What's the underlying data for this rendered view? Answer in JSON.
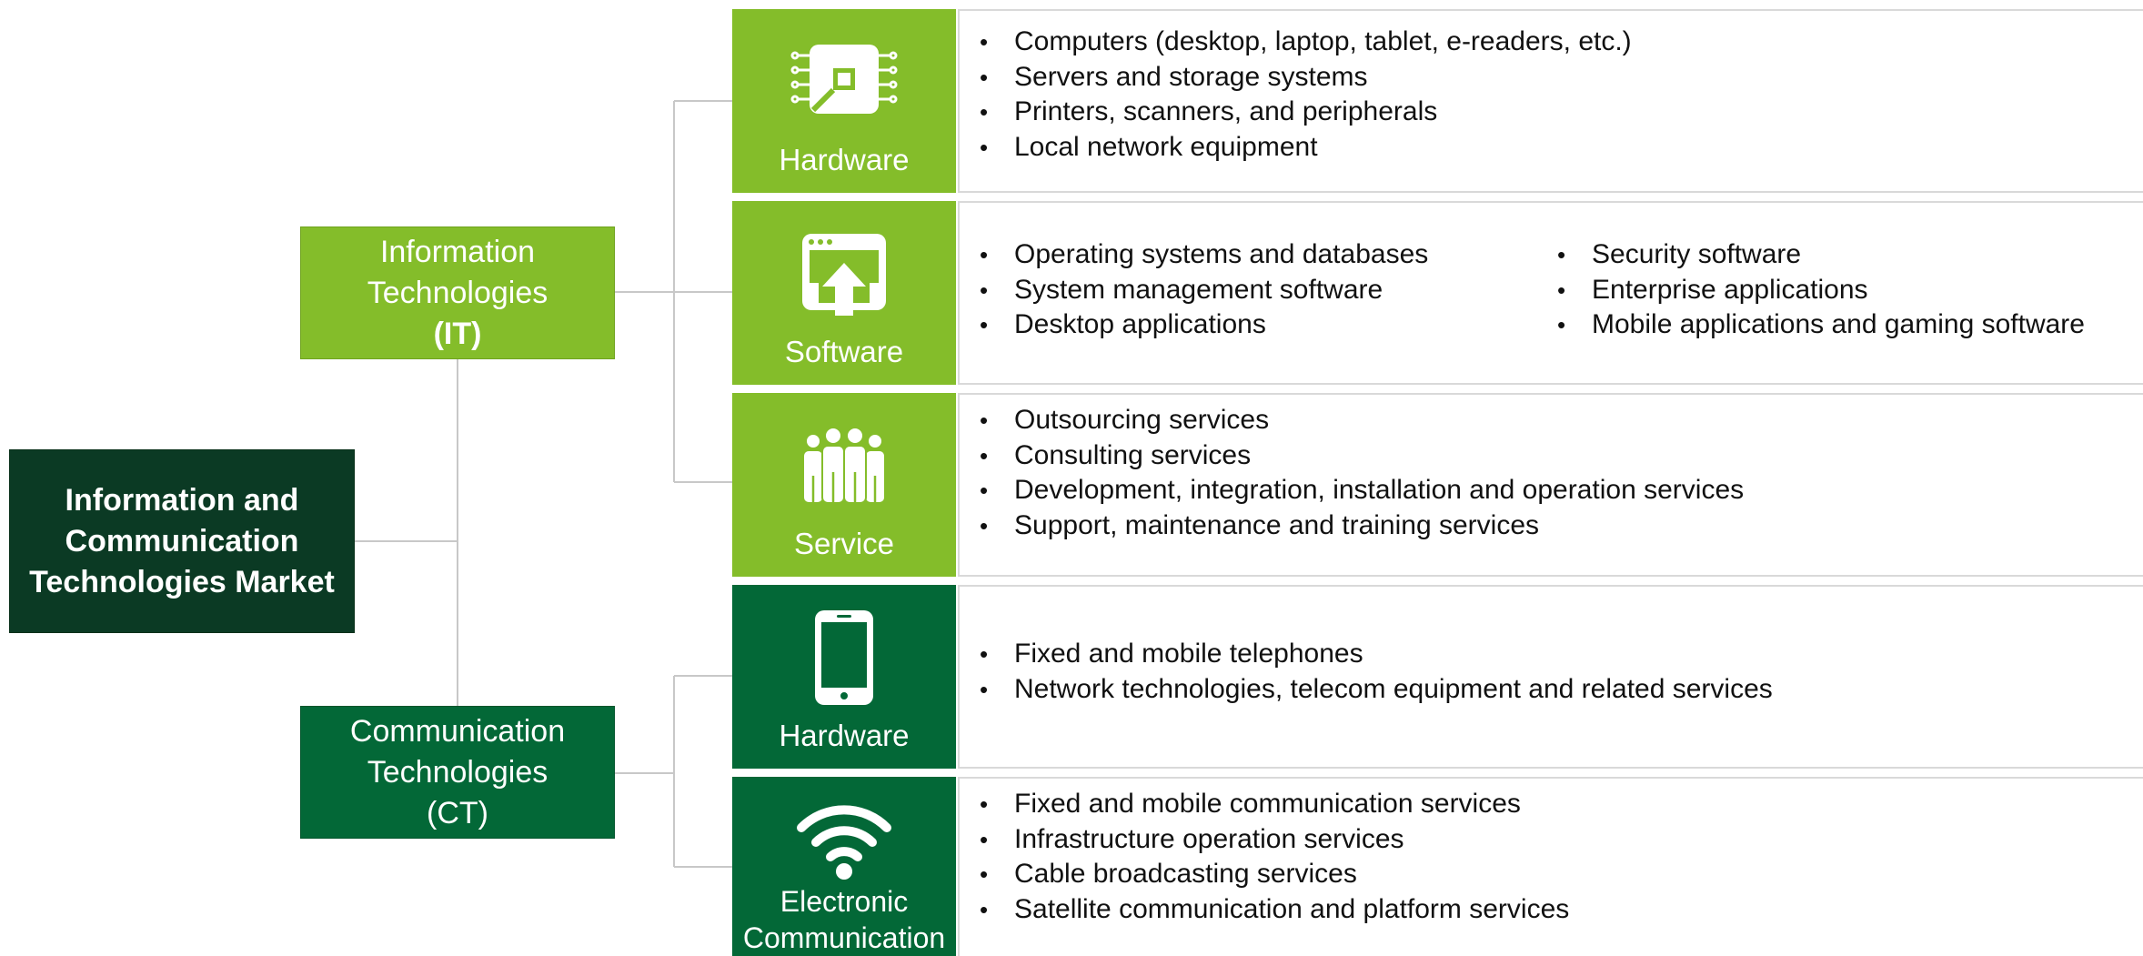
{
  "root": {
    "line1": "Information and",
    "line2": "Communication",
    "line3": "Technologies Market"
  },
  "it": {
    "line1": "Information",
    "line2": "Technologies",
    "line3": "(IT)"
  },
  "ct": {
    "line1": "Communication",
    "line2": "Technologies",
    "line3": "(CT)"
  },
  "categories": [
    {
      "label": "Hardware",
      "icon": "chip-icon",
      "color": "#84bd2a",
      "items": [
        "Computers (desktop, laptop, tablet, e-readers, etc.)",
        "Servers and storage systems",
        "Printers, scanners, and peripherals",
        "Local network equipment"
      ]
    },
    {
      "label": "Software",
      "icon": "upload-window-icon",
      "color": "#84bd2a",
      "items_left": [
        "Operating systems and databases",
        "System management software",
        "Desktop applications"
      ],
      "items_right": [
        "Security software",
        "Enterprise applications",
        "Mobile applications and gaming software"
      ]
    },
    {
      "label": "Service",
      "icon": "people-icon",
      "color": "#84bd2a",
      "items": [
        "Outsourcing services",
        "Consulting services",
        "Development, integration, installation and operation services",
        "Support, maintenance and training services"
      ]
    },
    {
      "label": "Hardware",
      "icon": "smartphone-icon",
      "color": "#036837",
      "items": [
        "Fixed and mobile telephones",
        "Network technologies, telecom equipment and related services"
      ]
    },
    {
      "label_line1": "Electronic",
      "label_line2": "Communication",
      "icon": "wifi-icon",
      "color": "#036837",
      "items": [
        "Fixed and mobile communication services",
        "Infrastructure operation services",
        "Cable broadcasting services",
        "Satellite communication and platform services"
      ]
    }
  ]
}
